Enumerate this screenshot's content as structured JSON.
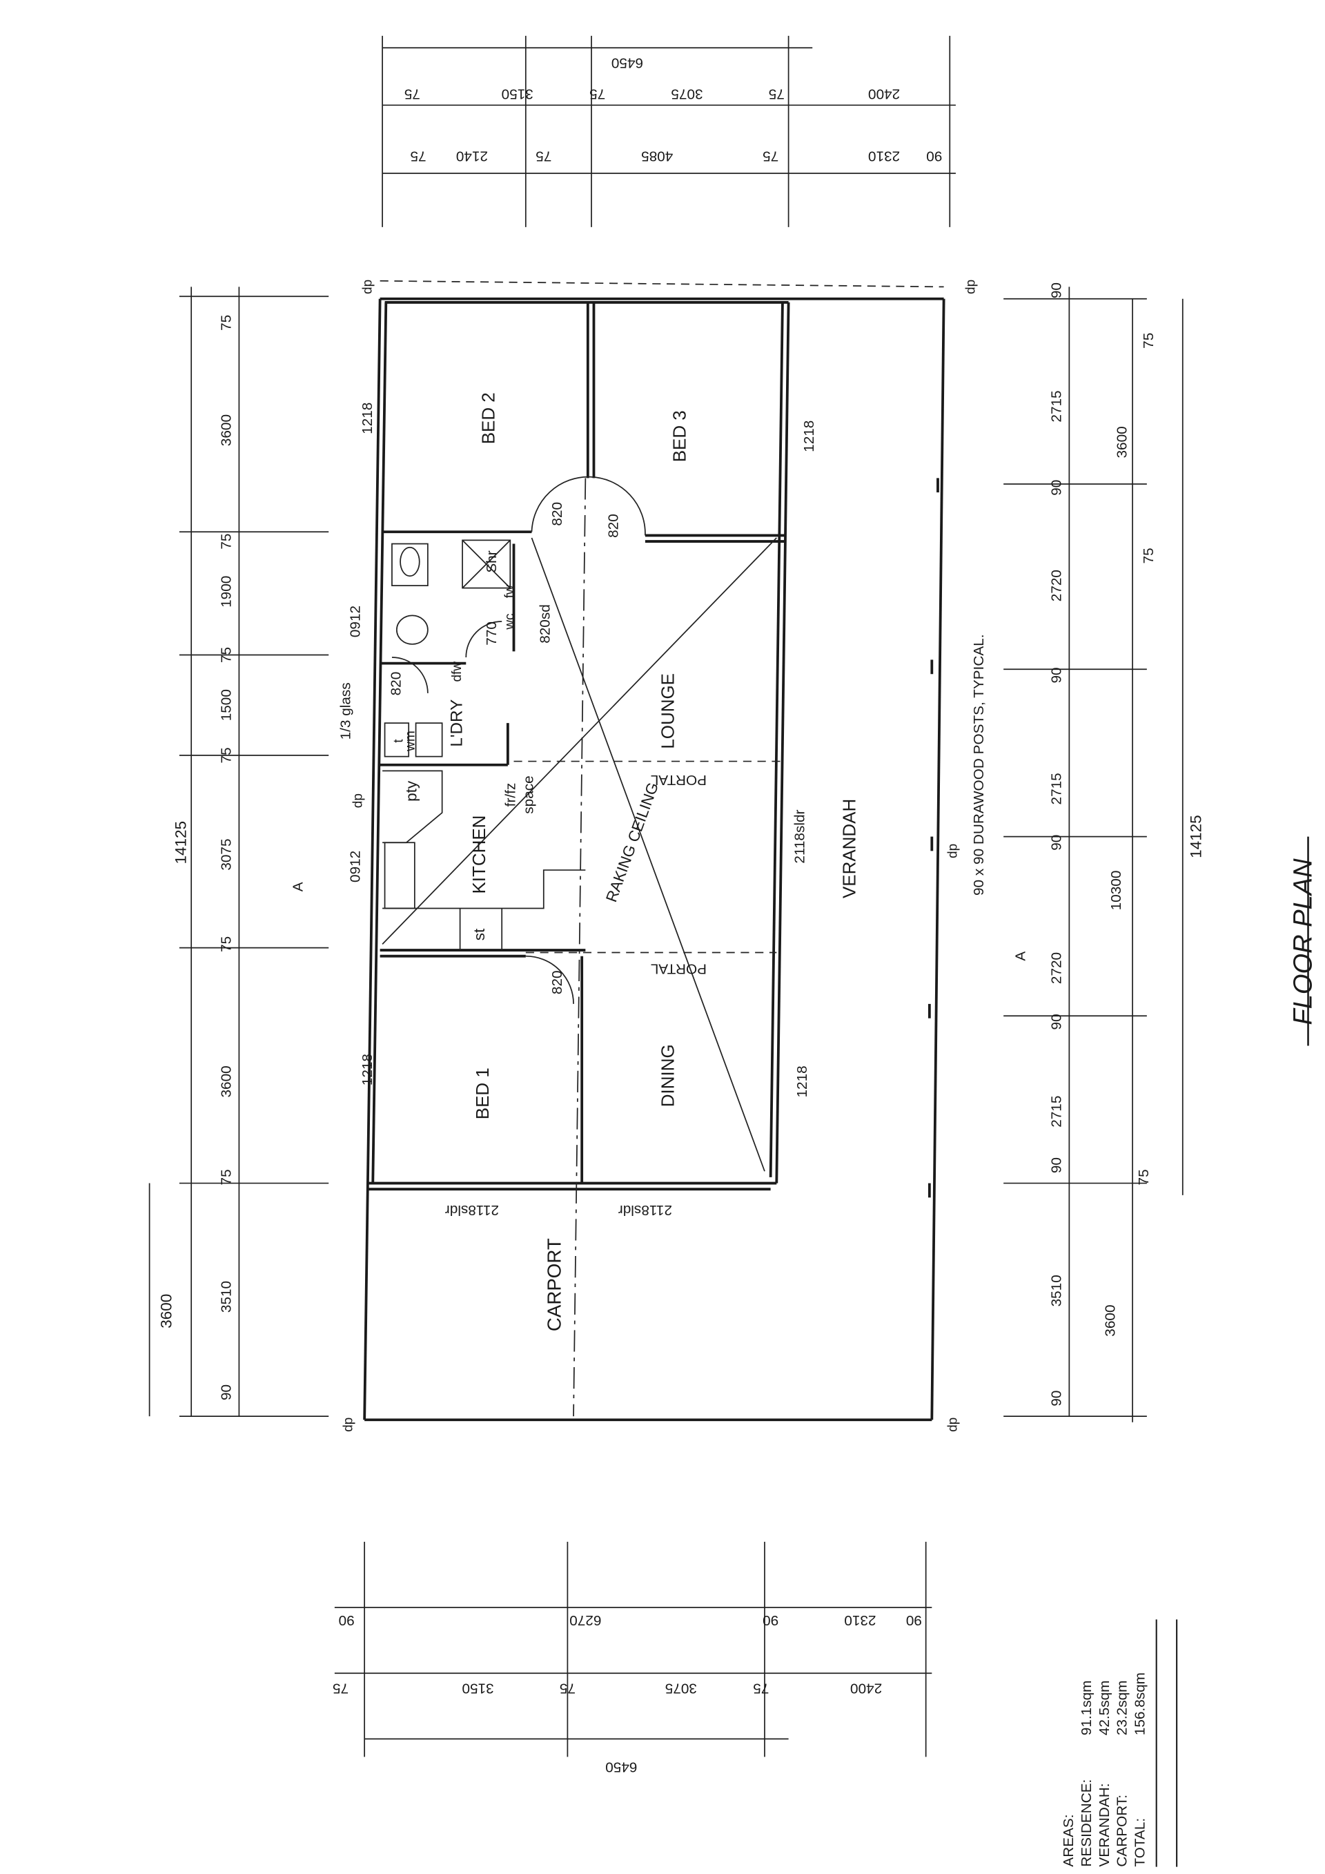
{
  "title": "FLOOR PLAN",
  "rooms": {
    "bed2": "BED 2",
    "bed3": "BED 3",
    "lounge": "LOUNGE",
    "kitchen": "KITCHEN",
    "raking": "RAKING CEILING",
    "verandah": "VERANDAH",
    "bed1": "BED 1",
    "dining": "DINING",
    "carport": "CARPORT",
    "laundry": "L'DRY",
    "pantry": "pty",
    "shower": "Shr",
    "portal": "PORTAL"
  },
  "fixtures": {
    "fw": "fw",
    "wc": "wc",
    "dfw": "dfw",
    "wm": "wm",
    "t": "t",
    "st": "st",
    "fridge": "fr/fz",
    "space": "space",
    "glass": "1/3 glass",
    "dp": "dp",
    "section": "A"
  },
  "openings": {
    "w1218": "1218",
    "w0912": "0912",
    "d820": "820",
    "d770": "770",
    "d820sd": "820sd",
    "sldr": "2118sldr"
  },
  "note_posts": "90 x 90 DURAWOOD POSTS, TYPICAL.",
  "dims_left": [
    "75",
    "3600",
    "75",
    "1900",
    "75",
    "1500",
    "75",
    "3075",
    "75",
    "3600",
    "75",
    "3510",
    "90"
  ],
  "dims_left_totals": [
    "14125",
    "3600"
  ],
  "dims_right": [
    "90",
    "2715",
    "90",
    "2720",
    "90",
    "2715",
    "90",
    "2720",
    "90",
    "2715",
    "90",
    "3510",
    "90"
  ],
  "dims_right_outer": [
    "75",
    "3600",
    "75",
    "10300",
    "75",
    "3600"
  ],
  "dims_right_total": "14125",
  "dims_top": {
    "total": "6450",
    "row1": [
      "75",
      "3150",
      "75",
      "3075",
      "75",
      "2400"
    ],
    "row2": [
      "75",
      "2140",
      "75",
      "4085",
      "75",
      "2310",
      "90"
    ]
  },
  "dims_bottom": {
    "row1": [
      "90",
      "6270",
      "90",
      "2310",
      "90"
    ],
    "row2": [
      "75",
      "3150",
      "75",
      "3075",
      "75",
      "2400"
    ],
    "total": "6450"
  },
  "areas": {
    "heading": "AREAS:",
    "rows": [
      {
        "label": "RESIDENCE:",
        "value": "91.1sqm"
      },
      {
        "label": "VERANDAH:",
        "value": "42.5sqm"
      },
      {
        "label": "CARPORT:",
        "value": "23.2sqm"
      },
      {
        "label": "TOTAL:",
        "value": "156.8sqm"
      }
    ]
  }
}
